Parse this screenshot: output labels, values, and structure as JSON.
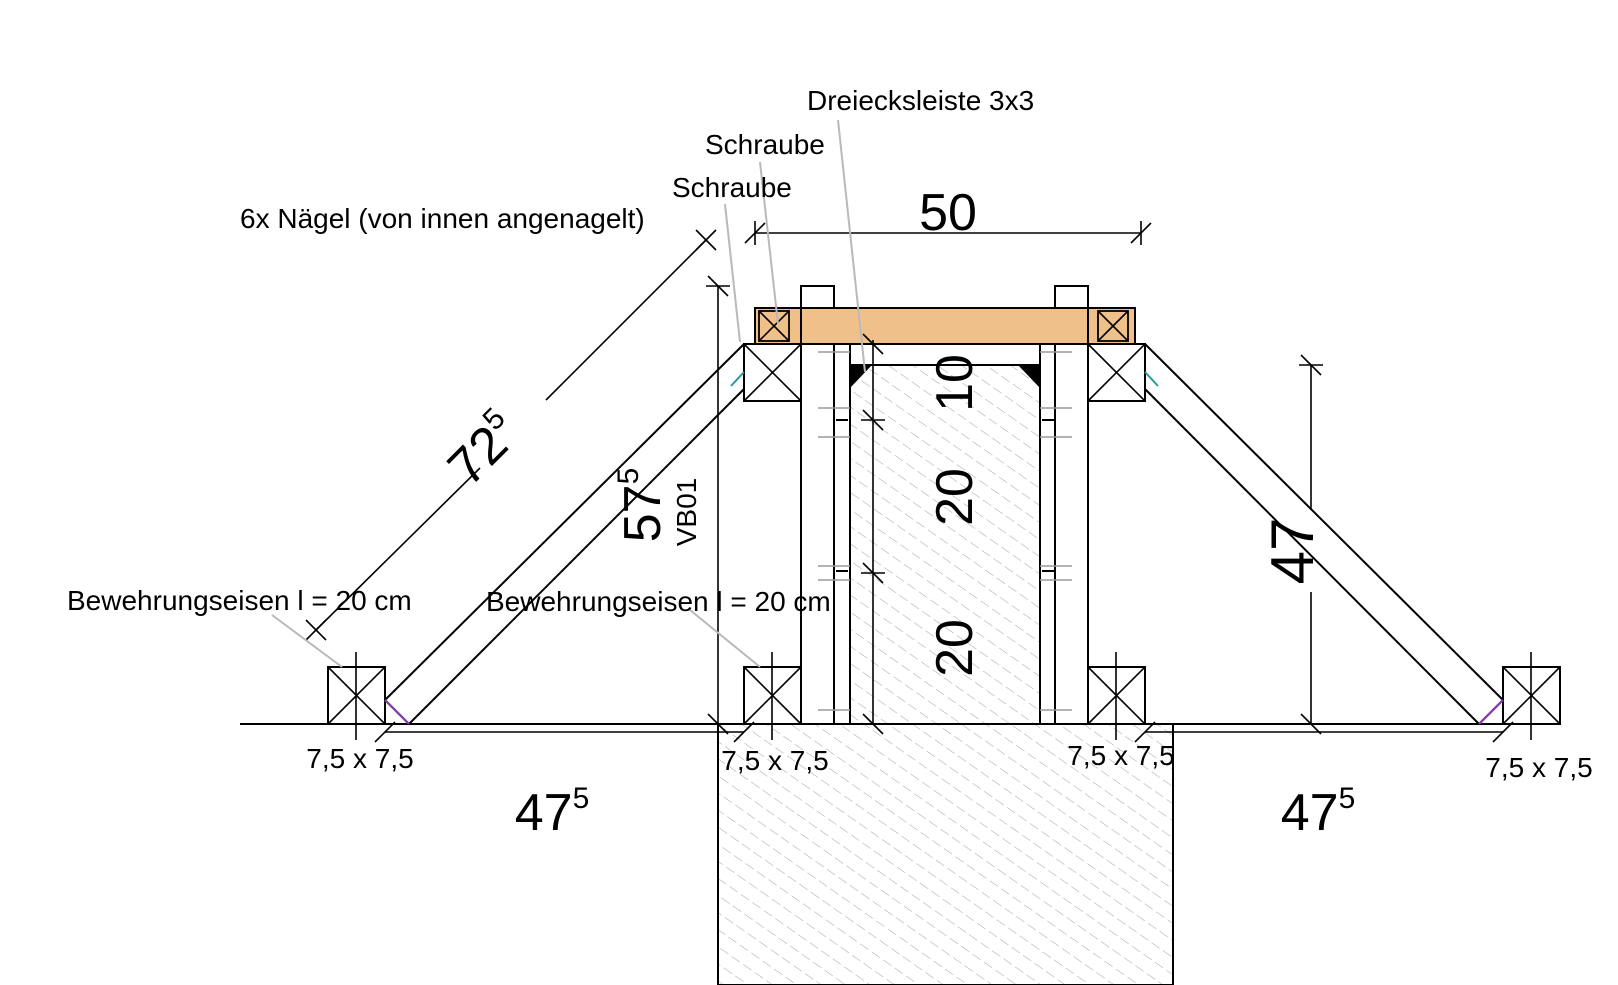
{
  "labels": {
    "dreiecksleiste": "Dreiecksleiste 3x3",
    "schraube_1": "Schraube",
    "schraube_2": "Schraube",
    "naegel": "6x Nägel (von innen angenagelt)",
    "bewehrung_left": "Bewehrungseisen l = 20 cm",
    "bewehrung_right": "Bewehrungseisen l = 20 cm",
    "vb01": "VB01"
  },
  "dimensions": {
    "top_width": "50",
    "diag_base": "72",
    "diag_sup": "5",
    "brace_base": "57",
    "brace_sup": "5",
    "h10": "10",
    "h20a": "20",
    "h20b": "20",
    "right_height": "47",
    "bottom_left_base": "47",
    "bottom_left_sup": "5",
    "bottom_right_base": "47",
    "bottom_right_sup": "5"
  },
  "profiles": {
    "p1": "7,5 x 7,5",
    "p2": "7,5 x 7,5",
    "p3": "7,5 x 7,5",
    "p4": "7,5 x 7,5"
  },
  "colors": {
    "timber_board": "#f0c08a",
    "line": "#000000",
    "leader": "#b9b9b9",
    "hatch": "#9a9a9a",
    "teal_mark": "#2a9a9a",
    "purple_mark": "#8a3ab8"
  }
}
